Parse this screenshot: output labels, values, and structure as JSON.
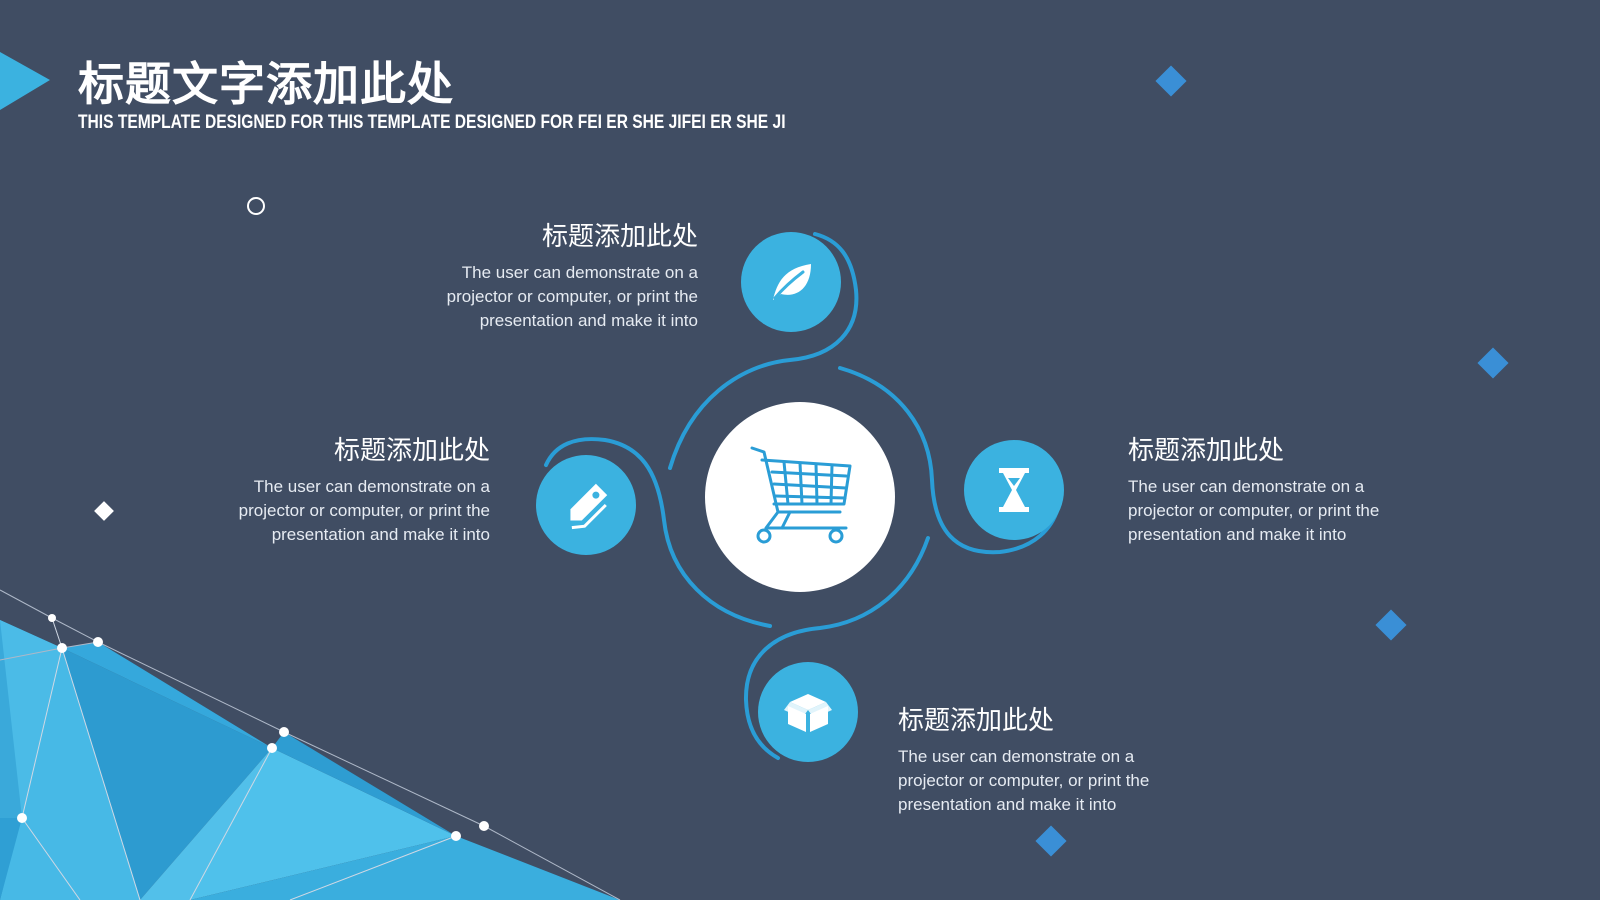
{
  "slide": {
    "title": "标题文字添加此处",
    "subtitle": "THIS TEMPLATE DESIGNED FOR THIS TEMPLATE DESIGNED FOR FEI ER SHE JIFEI ER SHE JI"
  },
  "items": [
    {
      "key": "top",
      "heading": "标题添加此处",
      "body": "The user can demonstrate on a projector or computer, or print the presentation and make it into",
      "icon": "leaf-icon"
    },
    {
      "key": "left",
      "heading": "标题添加此处",
      "body": "The user can demonstrate on a projector or computer, or print the presentation and make it into",
      "icon": "tag-icon"
    },
    {
      "key": "right",
      "heading": "标题添加此处",
      "body": "The user can demonstrate on a projector or computer, or print the presentation and make it into",
      "icon": "hourglass-icon"
    },
    {
      "key": "bottom",
      "heading": "标题添加此处",
      "body": "The user can demonstrate on a projector or computer, or print the presentation and make it into",
      "icon": "package-icon"
    }
  ],
  "center_icon": "shopping-cart-icon",
  "colors": {
    "background": "#404d63",
    "accent": "#3bb2e0",
    "accent_dark": "#2a8fc6",
    "diamond": "#3a8fd6",
    "text": "#ffffff"
  }
}
